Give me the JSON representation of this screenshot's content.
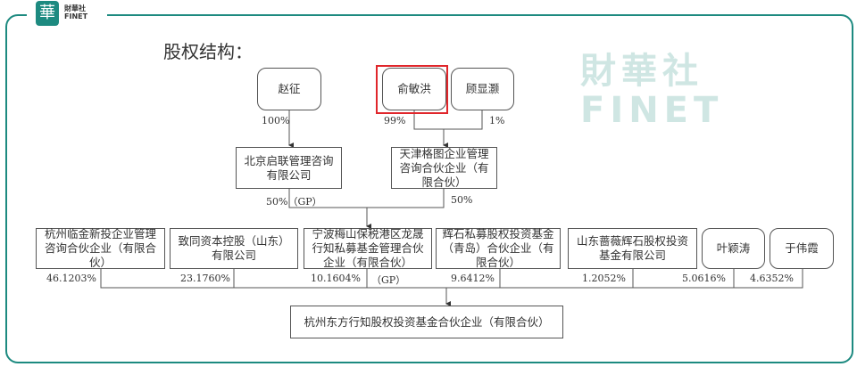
{
  "brand": {
    "logo_char": "華",
    "name_cn": "財華社",
    "name_en": "FINET"
  },
  "title": "股权结构：",
  "top": {
    "zhao": "赵征",
    "yu": "俞敏洪",
    "gu": "顾显灏",
    "zhao_pct": "100%",
    "yu_pct": "99%",
    "gu_pct": "1%"
  },
  "middle": {
    "beijing": "北京启联管理咨询有限公司",
    "tianjin": "天津格图企业管理咨询合伙企业（有限合伙）",
    "beijing_pct": "50%（GP）",
    "tianjin_pct": "50%"
  },
  "holders": [
    {
      "name": "杭州临金新投企业管理咨询合伙企业（有限合伙）",
      "pct": "46.1203%"
    },
    {
      "name": "致同资本控股（山东）有限公司",
      "pct": "23.1760%"
    },
    {
      "name": "宁波梅山保税港区龙晟行知私募基金管理合伙企业（有限合伙）",
      "pct": "10.1604%",
      "note": "（GP）"
    },
    {
      "name": "辉石私募股权投资基金（青岛）合伙企业（有限合伙）",
      "pct": "9.6412%"
    },
    {
      "name": "山东蔷薇辉石股权投资基金有限公司",
      "pct": "1.2052%"
    },
    {
      "name": "叶颖涛",
      "pct": "5.0616%"
    },
    {
      "name": "于伟霞",
      "pct": "4.6352%"
    }
  ],
  "target": "杭州东方行知股权投资基金合伙企业（有限合伙）",
  "colors": {
    "frame": "#1d8a80",
    "highlight": "#e0262b"
  }
}
